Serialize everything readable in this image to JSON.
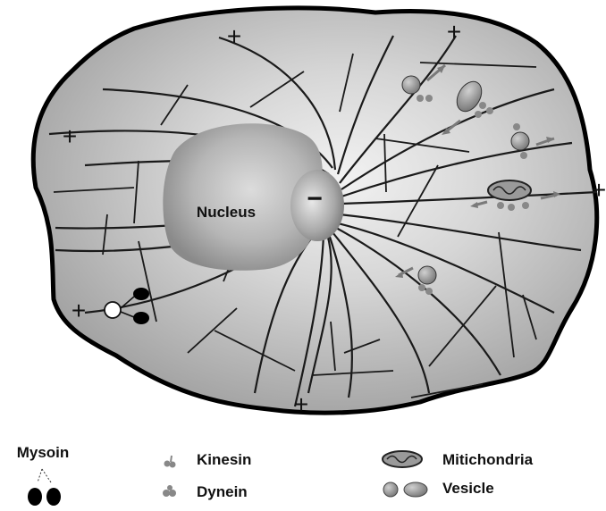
{
  "diagram": {
    "nucleus_label": "Nucleus",
    "minus_sign": "−",
    "plus_sign": "+"
  },
  "legend": {
    "myosin": "Mysoin",
    "kinesin": "Kinesin",
    "dynein": "Dynein",
    "mitochondria": "Mitichondria",
    "vesicle": "Vesicle"
  },
  "colors": {
    "cell_fill": "#c9c9c9",
    "cell_outline": "#000000",
    "microtubule": "#1a1a1a",
    "motor_gray": "#8a8a8a",
    "myosin_black": "#000000"
  }
}
